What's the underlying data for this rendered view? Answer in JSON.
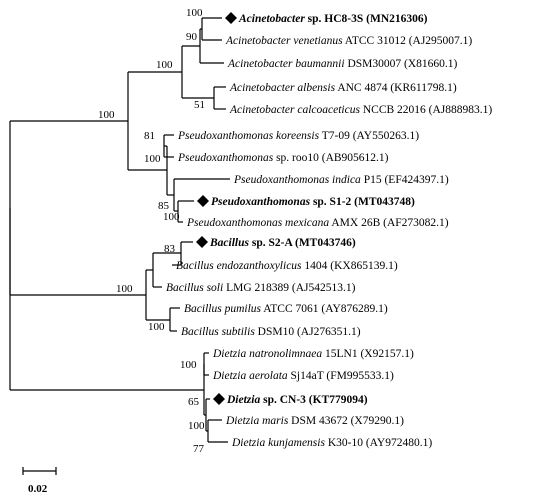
{
  "taxa": [
    {
      "id": "acin_hc8",
      "genus": "Acinetobacter",
      "rest": " sp. HC8-3S (MN216306)",
      "highlight": true
    },
    {
      "id": "acin_ven",
      "genus": "Acinetobacter venetianus",
      "rest": " ATCC 31012 (AJ295007.1)",
      "highlight": false
    },
    {
      "id": "acin_bau",
      "genus": "Acinetobacter baumannii",
      "rest": " DSM30007 (X81660.1)",
      "highlight": false
    },
    {
      "id": "acin_alb",
      "genus": "Acinetobacter albensis",
      "rest": " ANC 4874 (KR611798.1)",
      "highlight": false
    },
    {
      "id": "acin_cal",
      "genus": "Acinetobacter calcoaceticus",
      "rest": " NCCB 22016 (AJ888983.1)",
      "highlight": false
    },
    {
      "id": "pseu_kor",
      "genus": "Pseudoxanthomonas koreensis",
      "rest": " T7-09 (AY550263.1)",
      "highlight": false
    },
    {
      "id": "pseu_roo",
      "genus": "Pseudoxanthomonas",
      "rest": " sp. roo10 (AB905612.1)",
      "highlight": false
    },
    {
      "id": "pseu_ind",
      "genus": "Pseudoxanthomonas indica",
      "rest": " P15 (EF424397.1)",
      "highlight": false
    },
    {
      "id": "pseu_s12",
      "genus": "Pseudoxanthomonas",
      "rest": " sp. S1-2 (MT043748)",
      "highlight": true
    },
    {
      "id": "pseu_mex",
      "genus": "Pseudoxanthomonas mexicana",
      "rest": " AMX 26B (AF273082.1)",
      "highlight": false
    },
    {
      "id": "baci_s2a",
      "genus": "Bacillus",
      "rest": " sp. S2-A (MT043746)",
      "highlight": true
    },
    {
      "id": "baci_end",
      "genus": "Bacillus endozanthoxylicus",
      "rest": " 1404 (KX865139.1)",
      "highlight": false
    },
    {
      "id": "baci_sol",
      "genus": "Bacillus soli",
      "rest": " LMG 218389 (AJ542513.1)",
      "highlight": false
    },
    {
      "id": "baci_pum",
      "genus": "Bacillus pumilus",
      "rest": " ATCC 7061 (AY876289.1)",
      "highlight": false
    },
    {
      "id": "baci_sub",
      "genus": "Bacillus subtilis",
      "rest": " DSM10 (AJ276351.1)",
      "highlight": false
    },
    {
      "id": "diet_nat",
      "genus": "Dietzia natronolimnaea",
      "rest": " 15LN1 (X92157.1)",
      "highlight": false
    },
    {
      "id": "diet_aer",
      "genus": "Dietzia aerolata",
      "rest": " Sj14aT (FM995533.1)",
      "highlight": false
    },
    {
      "id": "diet_cn3",
      "genus": "Dietzia",
      "rest": " sp. CN-3 (KT779094)",
      "highlight": true
    },
    {
      "id": "diet_mar",
      "genus": "Dietzia maris",
      "rest": " DSM 43672 (X79290.1)",
      "highlight": false
    },
    {
      "id": "diet_kun",
      "genus": "Dietzia kunjamensis",
      "rest": " K30-10 (AY972480.1)",
      "highlight": false
    }
  ],
  "bootstrap": [
    {
      "id": "b_acin_hc8_ven",
      "value": "100"
    },
    {
      "id": "b_acin_bau",
      "value": "90"
    },
    {
      "id": "b_acin_all",
      "value": "100"
    },
    {
      "id": "b_acin_albcal",
      "value": "51"
    },
    {
      "id": "b_root_upper",
      "value": "100"
    },
    {
      "id": "b_pseu_korroo",
      "value": "81"
    },
    {
      "id": "b_pseu_all",
      "value": "100"
    },
    {
      "id": "b_pseu_ind",
      "value": "85"
    },
    {
      "id": "b_pseu_s12mex",
      "value": "100"
    },
    {
      "id": "b_baci_end",
      "value": "83"
    },
    {
      "id": "b_baci_all",
      "value": "100"
    },
    {
      "id": "b_baci_pumsub",
      "value": "100"
    },
    {
      "id": "b_diet_all",
      "value": "100"
    },
    {
      "id": "b_diet_cn3",
      "value": "65"
    },
    {
      "id": "b_diet_mar",
      "value": "100"
    },
    {
      "id": "b_diet_kun",
      "value": "77"
    }
  ],
  "scale": {
    "label": "0.02"
  }
}
